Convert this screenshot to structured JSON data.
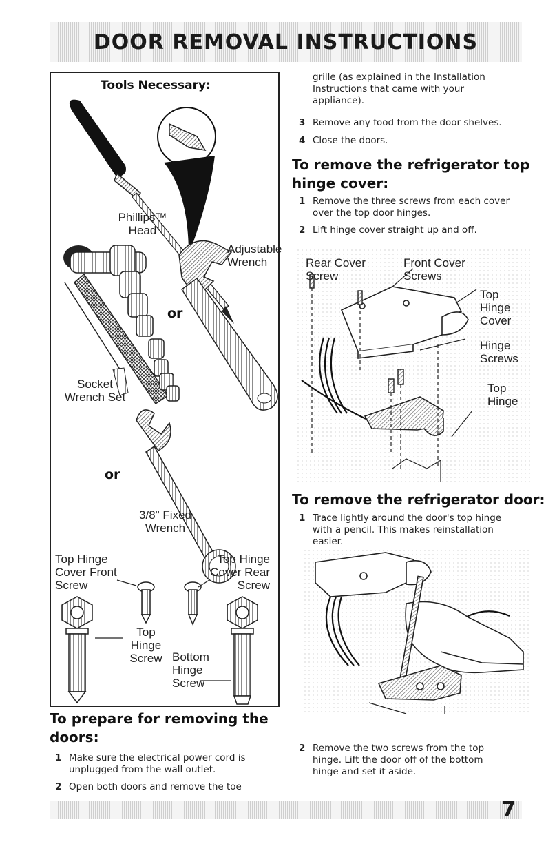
{
  "header": {
    "title": "DOOR REMOVAL INSTRUCTIONS"
  },
  "page_number": "7",
  "tools": {
    "title": "Tools Necessary:",
    "phillips_line1": "Phillips™",
    "phillips_line2": "Head",
    "adjustable_line1": "Adjustable",
    "adjustable_line2": "Wrench",
    "or1": "or",
    "socket_line1": "Socket",
    "socket_line2": "Wrench Set",
    "or2": "or",
    "fixed_line1": "3/8\" Fixed",
    "fixed_line2": "Wrench",
    "thc_front_1": "Top Hinge",
    "thc_front_2": "Cover Front",
    "thc_front_3": "Screw",
    "thc_rear_1": "Top Hinge",
    "thc_rear_2": "Cover Rear",
    "thc_rear_3": "Screw",
    "top_hinge_screw_1": "Top",
    "top_hinge_screw_2": "Hinge",
    "top_hinge_screw_3": "Screw",
    "bottom_hinge_screw_1": "Bottom",
    "bottom_hinge_screw_2": "Hinge",
    "bottom_hinge_screw_3": "Screw"
  },
  "prepare": {
    "heading_1": "To prepare for removing the",
    "heading_2": "doors:",
    "steps": [
      {
        "n": "1",
        "l1": "Make sure the electrical power cord is",
        "l2": "unplugged from the wall outlet."
      },
      {
        "n": "2",
        "l1": "Open both doors and remove the toe"
      }
    ],
    "cont_1": "grille (as explained in the Installation",
    "cont_2": "Instructions that came with your",
    "cont_3": "appliance).",
    "step3": {
      "n": "3",
      "t": "Remove any food from the door shelves."
    },
    "step4": {
      "n": "4",
      "t": "Close the doors."
    }
  },
  "hinge_cover": {
    "heading_1": "To remove the refrigerator top",
    "heading_2": "hinge cover:",
    "steps": [
      {
        "n": "1",
        "l1": "Remove the three screws from each cover",
        "l2": "over the top door hinges."
      },
      {
        "n": "2",
        "l1": "Lift hinge cover straight up and off."
      }
    ],
    "fig": {
      "rear_1": "Rear Cover",
      "rear_2": "Screw",
      "front_1": "Front Cover",
      "front_2": "Screws",
      "thc_1": "Top",
      "thc_2": "Hinge",
      "thc_3": "Cover",
      "hs_1": "Hinge",
      "hs_2": "Screws",
      "th_1": "Top",
      "th_2": "Hinge"
    }
  },
  "door": {
    "heading": "To remove the refrigerator door:",
    "step1": {
      "n": "1",
      "l1": "Trace lightly around the door's top hinge",
      "l2": "with a pencil. This makes reinstallation",
      "l3": "easier."
    },
    "step2": {
      "n": "2",
      "l1": "Remove the two screws from the top",
      "l2": "hinge. Lift the door off of the bottom",
      "l3": "hinge and set it aside."
    }
  }
}
